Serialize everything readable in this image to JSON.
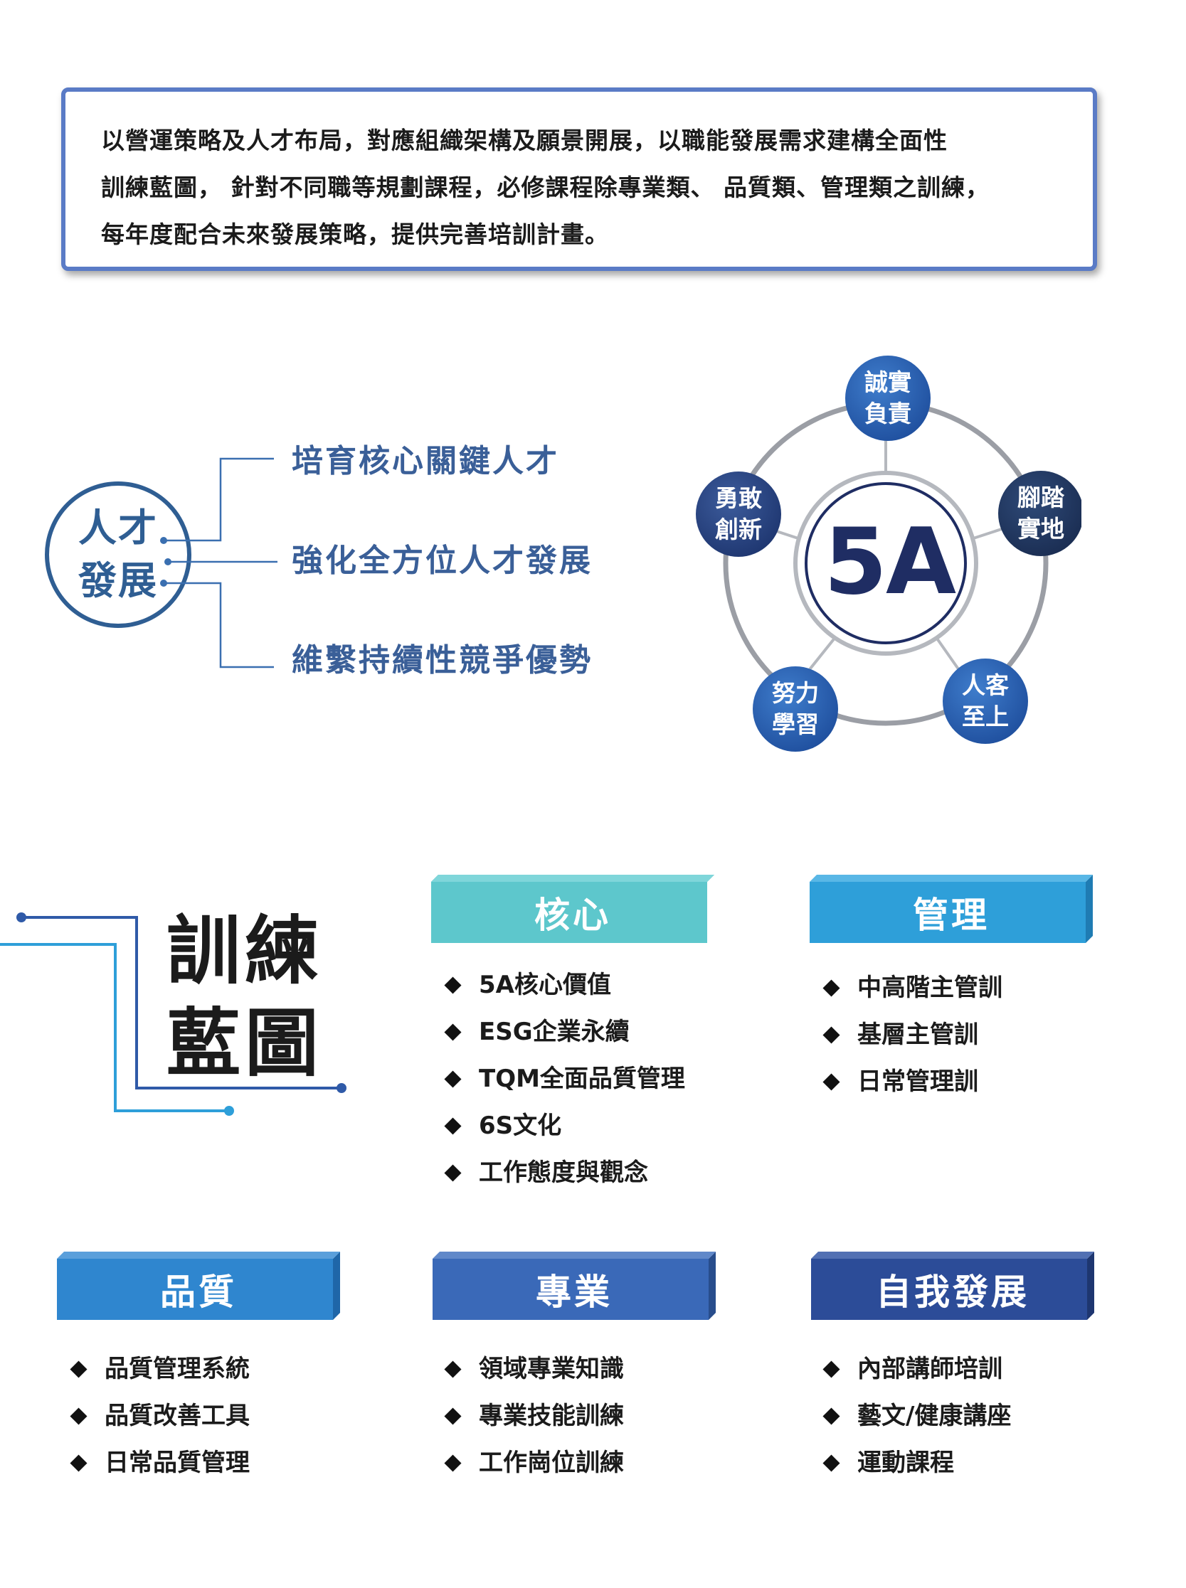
{
  "intro": {
    "lines": [
      "以營運策略及人才布局，對應組織架構及願景開展，以職能發展需求建構全面性",
      "訓練藍圖， 針對不同職等規劃課程，必修課程除專業類、 品質類、管理類之訓練，",
      "每年度配合未來發展策略，提供完善培訓計畫。"
    ]
  },
  "talent": {
    "circle_label": [
      "人才",
      "發展"
    ],
    "goals": [
      "培育核心關鍵人才",
      "強化全方位人才發展",
      "維繫持續性競爭優勢"
    ]
  },
  "fivea": {
    "center": "5A",
    "values": [
      {
        "lines": [
          "誠實",
          "負責"
        ]
      },
      {
        "lines": [
          "腳踏",
          "實地"
        ]
      },
      {
        "lines": [
          "人客",
          "至上"
        ]
      },
      {
        "lines": [
          "努力",
          "學習"
        ]
      },
      {
        "lines": [
          "勇敢",
          "創新"
        ]
      }
    ]
  },
  "blueprint": {
    "title": [
      "訓練",
      "藍圖"
    ],
    "categories": [
      {
        "name": "核心",
        "color": "#5dc7cc",
        "items": [
          "5A核心價值",
          "ESG企業永續",
          "TQM全面品質管理",
          "6S文化",
          "工作態度與觀念"
        ]
      },
      {
        "name": "管理",
        "color": "#2e9fd9",
        "items": [
          "中高階主管訓",
          "基層主管訓",
          "日常管理訓"
        ]
      },
      {
        "name": "品質",
        "color": "#2f86cf",
        "items": [
          "品質管理系統",
          "品質改善工具",
          "日常品質管理"
        ]
      },
      {
        "name": "專業",
        "color": "#3a69b8",
        "items": [
          "領域專業知識",
          "專業技能訓練",
          "工作崗位訓練"
        ]
      },
      {
        "name": "自我發展",
        "color": "#2c4c98",
        "items": [
          "內部講師培訓",
          "藝文/健康講座",
          "運動課程"
        ]
      }
    ]
  }
}
